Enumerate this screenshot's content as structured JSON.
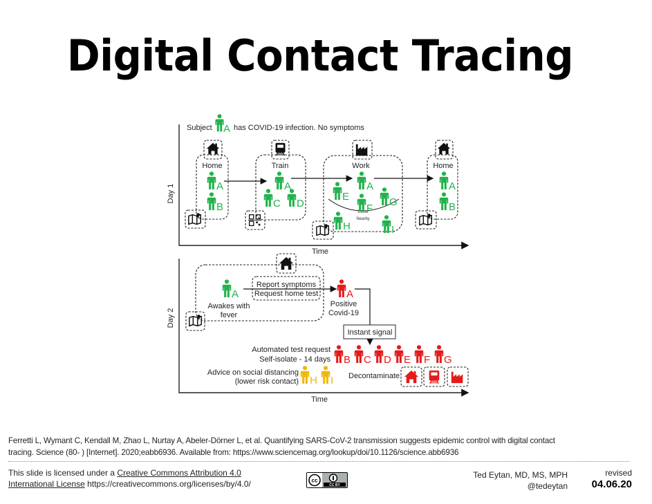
{
  "title": "Digital Contact Tracing",
  "colors": {
    "green": "#22b24c",
    "red": "#e41b1b",
    "yellow": "#f2b705",
    "ink": "#111111"
  },
  "day1": {
    "axis_label": "Day 1",
    "time_label": "Time",
    "subject_prefix": "Subject",
    "subject_letter": "A",
    "subject_suffix": "has COVID-19 infection. No symptoms",
    "locations": [
      {
        "name": "Home",
        "icon": "house-icon",
        "people": [
          "A",
          "B"
        ]
      },
      {
        "name": "Train",
        "icon": "train-icon",
        "people": [
          "A",
          "C",
          "D"
        ]
      },
      {
        "name": "Work",
        "icon": "factory-icon",
        "people": [
          "A",
          "E",
          "F",
          "G",
          "H",
          "I"
        ]
      },
      {
        "name": "Home",
        "icon": "house-icon",
        "people": [
          "A",
          "B"
        ]
      }
    ],
    "close_label": "Close",
    "nearby_label": "Nearby"
  },
  "day2": {
    "axis_label": "Day 2",
    "time_label": "Time",
    "subject_letter": "A",
    "awakes": [
      "Awakes with",
      "fever"
    ],
    "report": [
      "Report symptoms",
      "Request home test"
    ],
    "positive": [
      "Positive",
      "Covid-19"
    ],
    "signal": "Instant signal",
    "automated": [
      "Automated test request",
      "Self-isolate - 14 days"
    ],
    "red_contacts": [
      "B",
      "C",
      "D",
      "E",
      "F",
      "G"
    ],
    "advice": [
      "Advice on social distancing",
      "(lower risk contact)"
    ],
    "yellow_contacts": [
      "H",
      "I"
    ],
    "decontaminate": "Decontaminate"
  },
  "citation": {
    "line1": "Ferretti L, Wymant C, Kendall M, Zhao L, Nurtay A, Abeler-Dörner L, et al. Quantifying SARS-CoV-2 transmission suggests epidemic control with digital contact",
    "line2": "tracing. Science (80- ) [Internet]. 2020;eabb6936. Available from: https://www.sciencemag.org/lookup/doi/10.1126/science.abb6936"
  },
  "license": {
    "prefix": "This slide is licensed under a ",
    "link1": "Creative Commons Attribution 4.0",
    "link2": "International License",
    "url": " https://creativecommons.org/licenses/by/4.0/",
    "badge": "CC BY"
  },
  "author": {
    "name": "Ted Eytan, MD, MS, MPH",
    "handle": "@tedeytan"
  },
  "revised": {
    "label": "revised",
    "date": "04.06.20"
  }
}
